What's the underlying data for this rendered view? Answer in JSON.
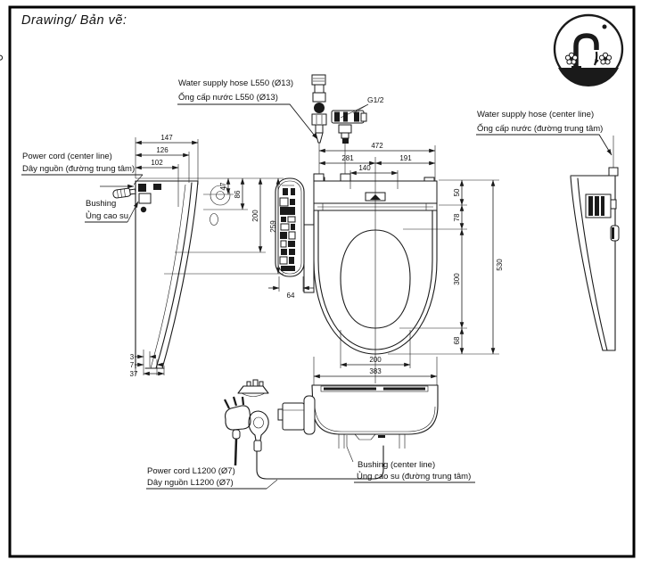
{
  "title": "Drawing/ Bản vẽ:",
  "labels": {
    "water_hose_l550_en": "Water supply hose L550 (Ø13)",
    "water_hose_l550_vi": "Ống cấp nước L550 (Ø13)",
    "thread_size": "G1/2",
    "water_hose_center_en": "Water supply hose (center line)",
    "water_hose_center_vi": "Ống cấp nước (đường trung tâm)",
    "power_cord_center_en": "Power cord (center line)",
    "power_cord_center_vi": "Dây nguồn (đường trung tâm)",
    "bushing_en": "Bushing",
    "bushing_vi": "Ủng cao su",
    "power_cord_l1200_en": "Power cord L1200 (Ø7)",
    "power_cord_l1200_vi": "Dây nguồn L1200 (Ø7)",
    "bushing_center_en": "Bushing (center line)",
    "bushing_center_vi": "Ủng cao su (đường trung tâm)"
  },
  "dimensions": {
    "side_view_top": [
      "147",
      "126",
      "102"
    ],
    "side_view_right": [
      "47",
      "86",
      "200",
      "259"
    ],
    "side_view_bottom": [
      "3",
      "7",
      "37"
    ],
    "plan_view_top": [
      "472",
      "281",
      "191",
      "140"
    ],
    "plan_view_right": [
      "50",
      "78",
      "300",
      "68"
    ],
    "plan_view_overall_length": "530",
    "plan_view_bottom": [
      "200",
      "383"
    ],
    "control_panel_width": "64"
  },
  "colors": {
    "line": "#1a1a1a",
    "background": "#ffffff"
  }
}
